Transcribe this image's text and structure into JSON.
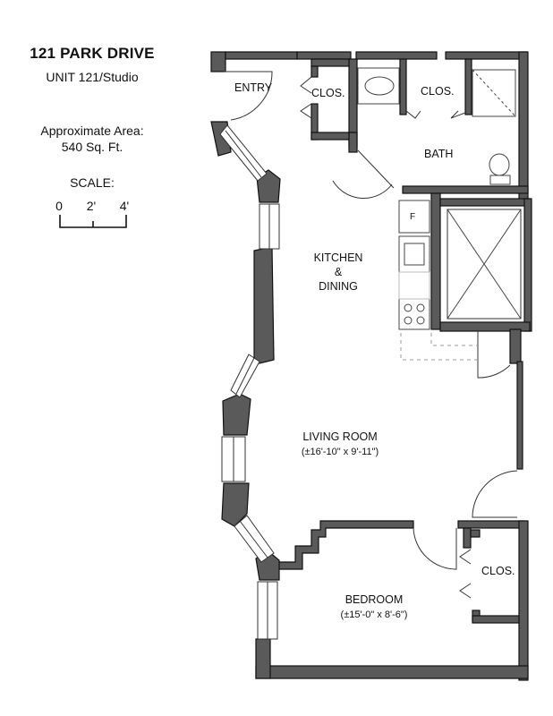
{
  "header": {
    "title": "121 PARK DRIVE",
    "unit": "UNIT 121/Studio",
    "area_label": "Approximate Area:",
    "area_value": "540 Sq. Ft.",
    "scale_label": "SCALE:",
    "scale_ticks": [
      "0",
      "2'",
      "4'"
    ]
  },
  "rooms": {
    "entry": "ENTRY",
    "closet_entry": "CLOS.",
    "closet_bath": "CLOS.",
    "bath": "BATH",
    "kitchen_line1": "KITCHEN",
    "kitchen_line2": "&",
    "kitchen_line3": "DINING",
    "living": "LIVING ROOM",
    "living_dims": "(±16'-10\" x 9'-11\")",
    "bedroom": "BEDROOM",
    "bedroom_dims": "(±15'-0\" x 8'-6\")",
    "closet_bedroom": "CLOS.",
    "fridge": "F"
  },
  "colors": {
    "wall_fill": "#5a5a5a",
    "wall_stroke": "#111111",
    "fixture_stroke": "#444444"
  }
}
